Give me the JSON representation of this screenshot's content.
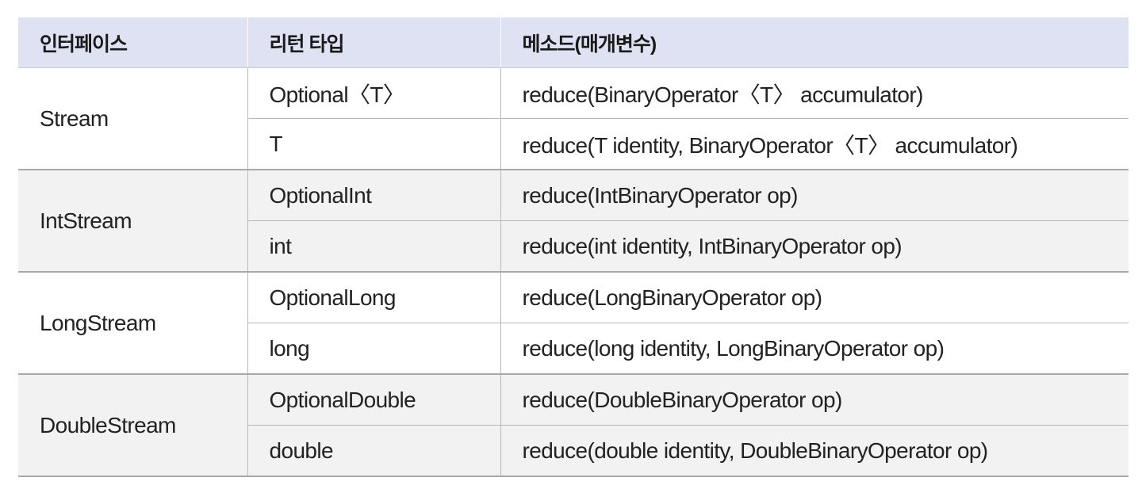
{
  "header": {
    "interface": "인터페이스",
    "return_type": "리턴 타입",
    "method": "메소드(매개변수)"
  },
  "groups": [
    {
      "interface": "Stream",
      "rows": [
        {
          "return_type": "Optional〈T〉",
          "method": "reduce(BinaryOperator〈T〉 accumulator)"
        },
        {
          "return_type": "T",
          "method": "reduce(T identity, BinaryOperator〈T〉 accumulator)"
        }
      ]
    },
    {
      "interface": "IntStream",
      "rows": [
        {
          "return_type": "OptionalInt",
          "method": "reduce(IntBinaryOperator op)"
        },
        {
          "return_type": "int",
          "method": "reduce(int identity, IntBinaryOperator op)"
        }
      ]
    },
    {
      "interface": "LongStream",
      "rows": [
        {
          "return_type": "OptionalLong",
          "method": "reduce(LongBinaryOperator op)"
        },
        {
          "return_type": "long",
          "method": "reduce(long identity, LongBinaryOperator op)"
        }
      ]
    },
    {
      "interface": "DoubleStream",
      "rows": [
        {
          "return_type": "OptionalDouble",
          "method": "reduce(DoubleBinaryOperator op)"
        },
        {
          "return_type": "double",
          "method": "reduce(double identity, DoubleBinaryOperator op)"
        }
      ]
    }
  ],
  "colors": {
    "header_bg": "#dfe2f2",
    "alt_row_bg": "#f2f2f2",
    "border": "#b8b8b8"
  }
}
